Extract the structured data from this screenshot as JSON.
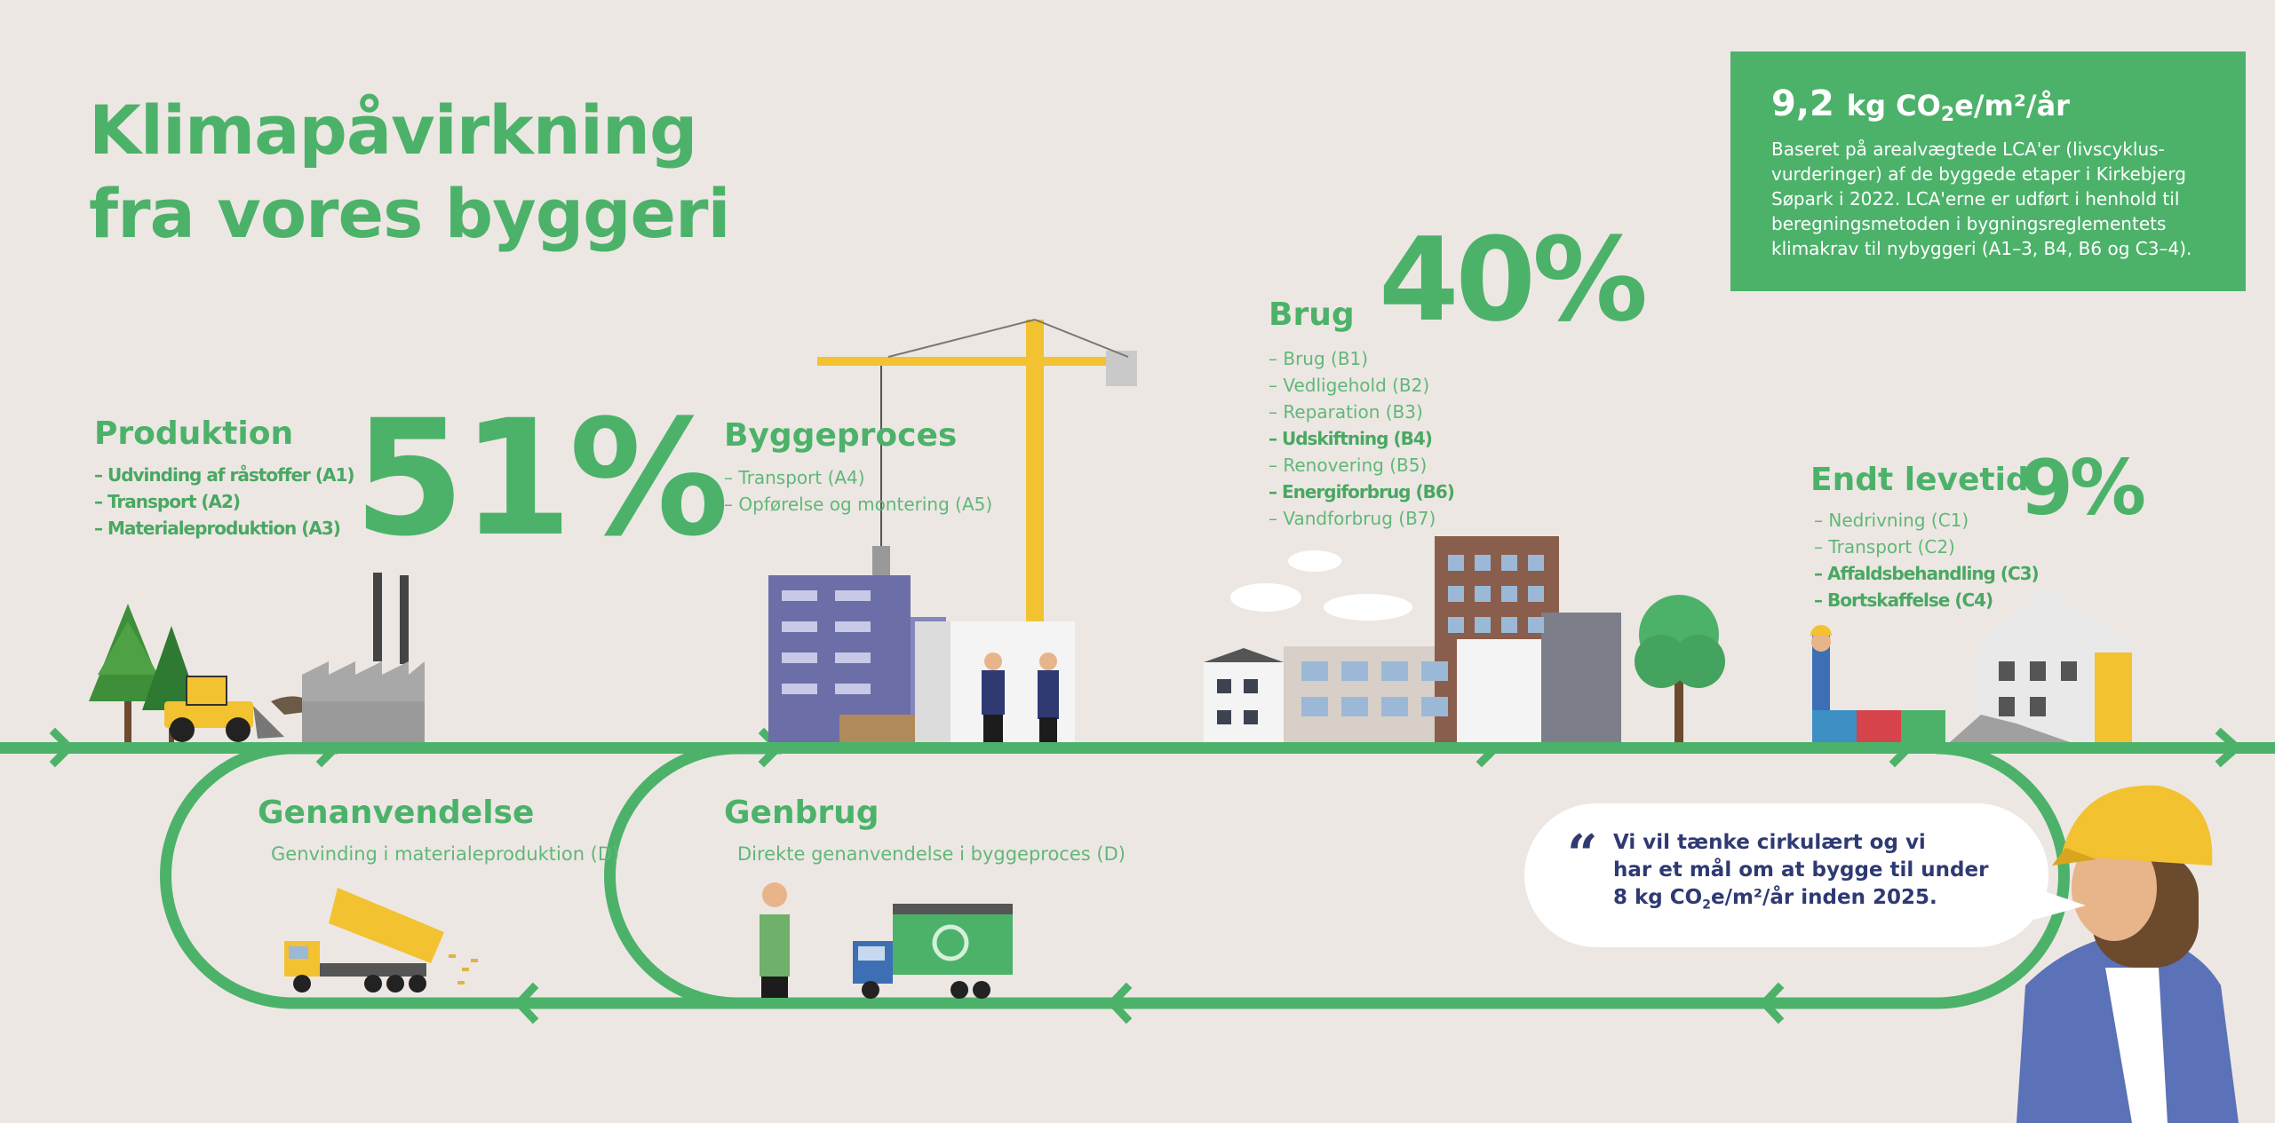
{
  "title": {
    "line1": "Klimapåvirkning",
    "line2": "fra vores byggeri"
  },
  "info_box": {
    "value": "9,2",
    "unit_kg": "kg CO",
    "unit_sub": "2",
    "unit_rest": "e/m²/år",
    "text": "Baseret på arealvægtede LCA'er (livscyklus-vurderinger) af de byggede etaper i Kirkebjerg Søpark i 2022. LCA'erne er udført i henhold til beregningsmetoden i bygningsreglementets klimakrav til nybyggeri (A1–3, B4, B6 og C3–4)."
  },
  "produktion": {
    "title": "Produktion",
    "percent": "51%",
    "items": [
      "– Udvinding af råstoffer (A1)",
      "– Transport (A2)",
      "– Materialeproduktion (A3)"
    ]
  },
  "byggeproces": {
    "title": "Byggeproces",
    "items": [
      "– Transport (A4)",
      "– Opførelse og montering (A5)"
    ]
  },
  "brug": {
    "title": "Brug",
    "percent": "40%",
    "items": [
      "– Brug (B1)",
      "– Vedligehold (B2)",
      "– Reparation (B3)",
      "– Udskiftning (B4)",
      "– Renovering (B5)",
      "– Energiforbrug (B6)",
      "– Vandforbrug (B7)"
    ]
  },
  "endt_levetid": {
    "title": "Endt levetid",
    "percent": "9%",
    "items": [
      "– Nedrivning (C1)",
      "– Transport (C2)",
      "– Affaldsbehandling (C3)",
      "– Bortskaffelse (C4)"
    ]
  },
  "genanvendelse": {
    "title": "Genanvendelse",
    "text": "Genvinding i materialeproduktion (D)"
  },
  "genbrug": {
    "title": "Genbrug",
    "text": "Direkte genanvendelse i byggeproces (D)"
  },
  "quote": {
    "mark": "“",
    "line1": "Vi vil tænke cirkulært og vi",
    "line2": "har et mål om at bygge til under",
    "line3_pre": "8 kg CO",
    "line3_sub": "2",
    "line3_post": "e/m²/år inden 2025."
  },
  "colors": {
    "green": "#4cb26a",
    "background": "#ede7e3",
    "navy": "#2f3a73",
    "yellow": "#f2c230"
  },
  "icons": [
    "trees-icon",
    "bulldozer-icon",
    "factory-icon",
    "crane-icon",
    "building-icon",
    "workers-icon",
    "city-houses-icon",
    "tree-icon",
    "demolished-house-icon",
    "dump-truck-icon",
    "recycling-truck-icon",
    "woman-with-helmet-icon"
  ]
}
